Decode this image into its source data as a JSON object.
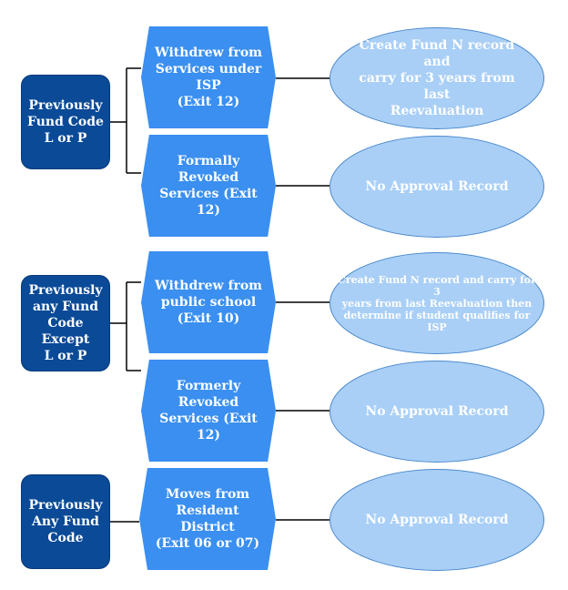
{
  "groups": [
    {
      "source": "Previously\nFund Code\nL or P",
      "actions": [
        {
          "label": "Withdrew from\nServices under ISP\n(Exit 12)",
          "outcome": "Create Fund N record and\ncarry for 3 years from last\nReevaluation"
        },
        {
          "label": "Formally Revoked\nServices (Exit 12)",
          "outcome": "No Approval Record"
        }
      ]
    },
    {
      "source": "Previously\nany Fund\nCode Except\nL or P",
      "actions": [
        {
          "label": "Withdrew from\npublic school\n(Exit 10)",
          "outcome": "Create Fund N record and carry for 3\nyears from last Reevaluation then\ndetermine if student qualifies for ISP"
        },
        {
          "label": "Formerly Revoked\nServices (Exit 12)",
          "outcome": "No Approval Record"
        }
      ]
    },
    {
      "source": "Previously\nAny Fund\nCode",
      "actions": [
        {
          "label": "Moves from\nResident District\n(Exit 06 or 07)",
          "outcome": "No Approval Record"
        }
      ]
    }
  ],
  "colors": {
    "source_box": "#0a4a97",
    "action_hex": "#3a8ff0",
    "outcome_ellipse": "#a9cff6",
    "connector": "#000000"
  }
}
